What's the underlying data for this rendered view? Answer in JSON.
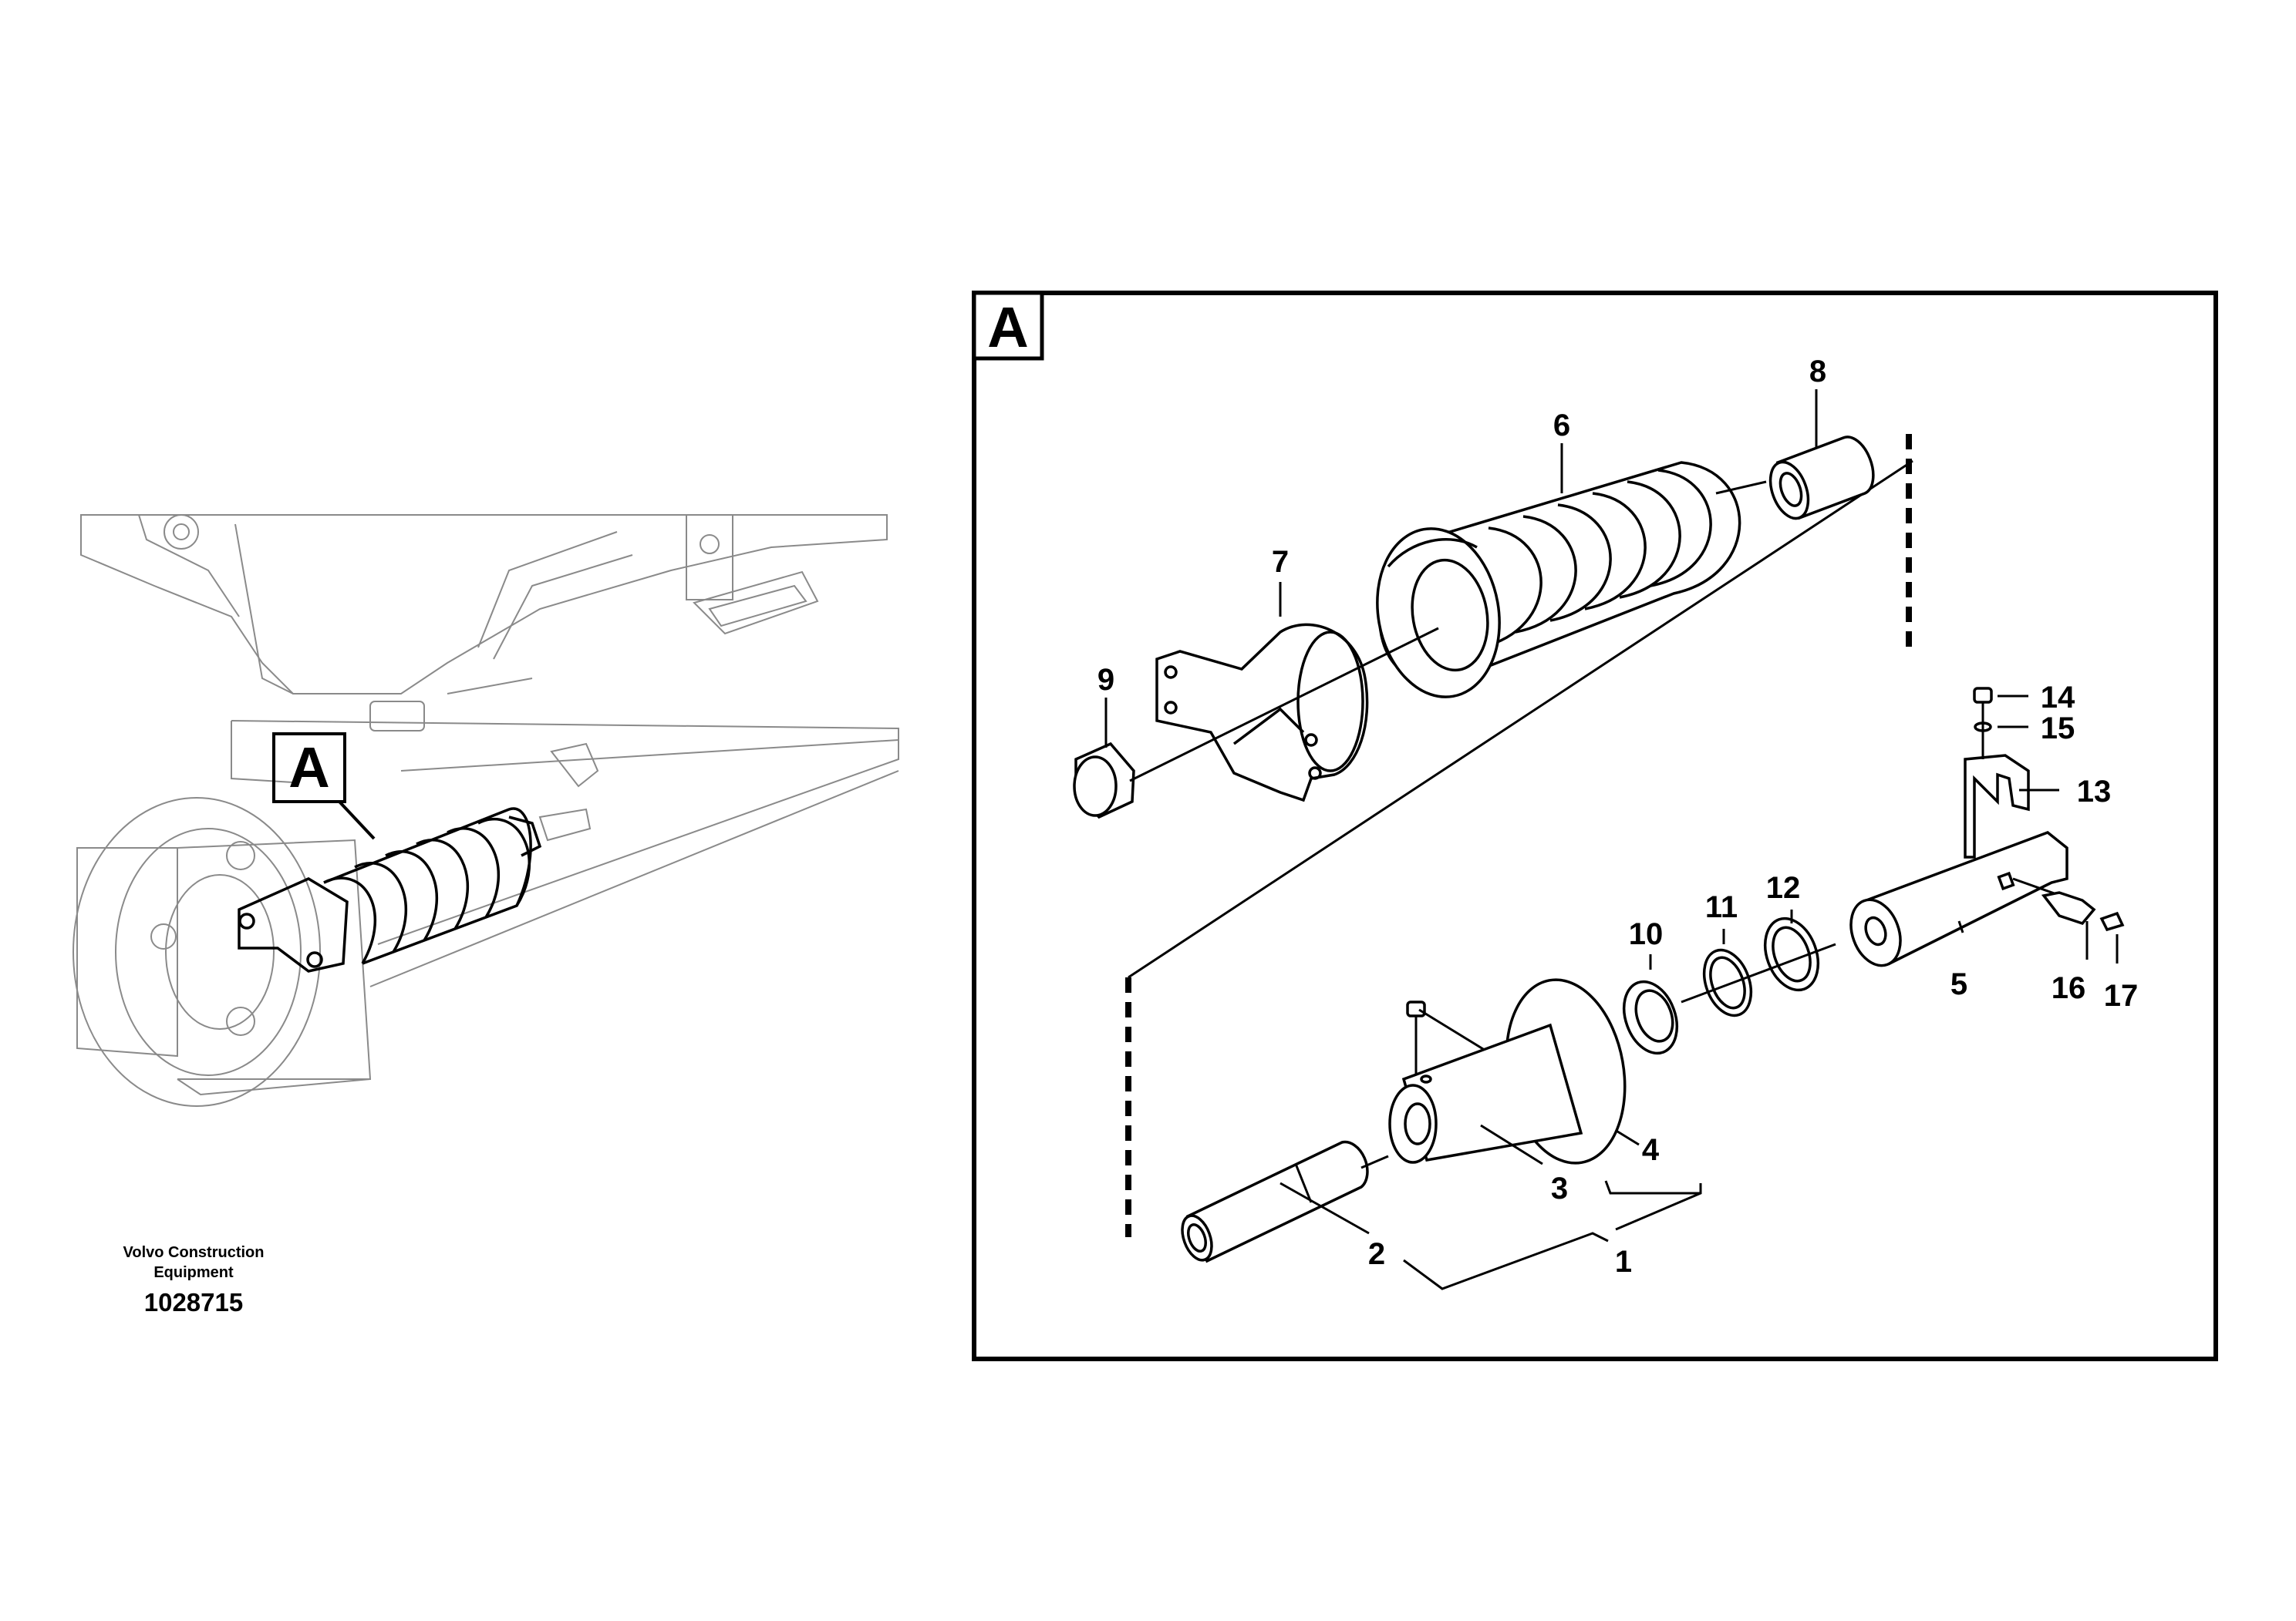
{
  "overview": {
    "callout_letter": "A"
  },
  "detail": {
    "frame_letter": "A",
    "parts": [
      {
        "id": "p1",
        "number": "1"
      },
      {
        "id": "p2",
        "number": "2"
      },
      {
        "id": "p3",
        "number": "3"
      },
      {
        "id": "p4",
        "number": "4"
      },
      {
        "id": "p5",
        "number": "5"
      },
      {
        "id": "p6",
        "number": "6"
      },
      {
        "id": "p7",
        "number": "7"
      },
      {
        "id": "p8",
        "number": "8"
      },
      {
        "id": "p9",
        "number": "9"
      },
      {
        "id": "p10",
        "number": "10"
      },
      {
        "id": "p11",
        "number": "11"
      },
      {
        "id": "p12",
        "number": "12"
      },
      {
        "id": "p13",
        "number": "13"
      },
      {
        "id": "p14",
        "number": "14"
      },
      {
        "id": "p15",
        "number": "15"
      },
      {
        "id": "p16",
        "number": "16"
      },
      {
        "id": "p17",
        "number": "17"
      }
    ]
  },
  "footer": {
    "credit_line1": "Volvo Construction",
    "credit_line2": "Equipment",
    "document_number": "1028715"
  }
}
